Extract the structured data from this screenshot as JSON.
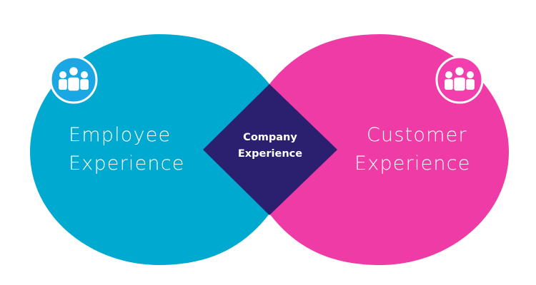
{
  "diagram": {
    "left_lobe": {
      "line1": "Employee",
      "line2": "Experience",
      "color": "#00a9cf",
      "icon": "people-group-icon"
    },
    "right_lobe": {
      "line1": "Customer",
      "line2": "Experience",
      "color": "#ef3ba5",
      "icon": "people-group-icon"
    },
    "center": {
      "line1": "Company",
      "line2": "Experience",
      "color": "#2b1f6f"
    },
    "icon_badge_color_left": "#1aa7e4",
    "icon_badge_color_right": "#f33fae"
  }
}
